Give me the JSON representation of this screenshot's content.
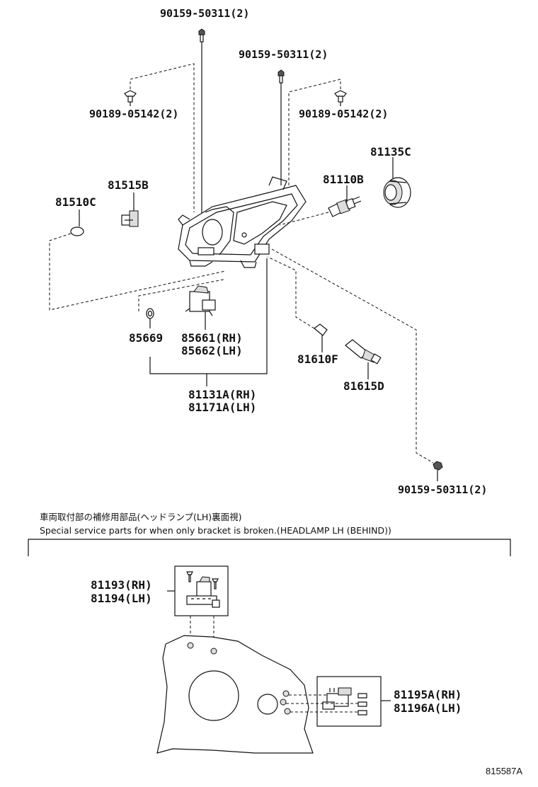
{
  "labels": {
    "bolt_top_center": "90159-50311(2)",
    "bolt_top_right": "90159-50311(2)",
    "screw_left": "90189-05142(2)",
    "screw_right": "90189-05142(2)",
    "cover_81135c": "81135C",
    "bulb_81110b": "81110B",
    "socket_81515b": "81515B",
    "bulb_81510c": "81510C",
    "grommet_85669": "85669",
    "actuator_rh": "85661(RH)",
    "actuator_lh": "85662(LH)",
    "bulb_81610f": "81610F",
    "socket_81615d": "81615D",
    "assy_rh": "81131A(RH)",
    "assy_lh": "81171A(LH)",
    "bolt_bottom_right": "90159-50311(2)",
    "bracket_upper_rh": "81193(RH)",
    "bracket_upper_lh": "81194(LH)",
    "bracket_side_rh": "81195A(RH)",
    "bracket_side_lh": "81196A(LH)"
  },
  "notes": {
    "japanese": "車両取付部の補修用部品(ヘッドランプ(LH)裏面視)",
    "english": "Special service parts for when only bracket is broken.(HEADLAMP LH (BEHIND))"
  },
  "figure_code": "815587A"
}
